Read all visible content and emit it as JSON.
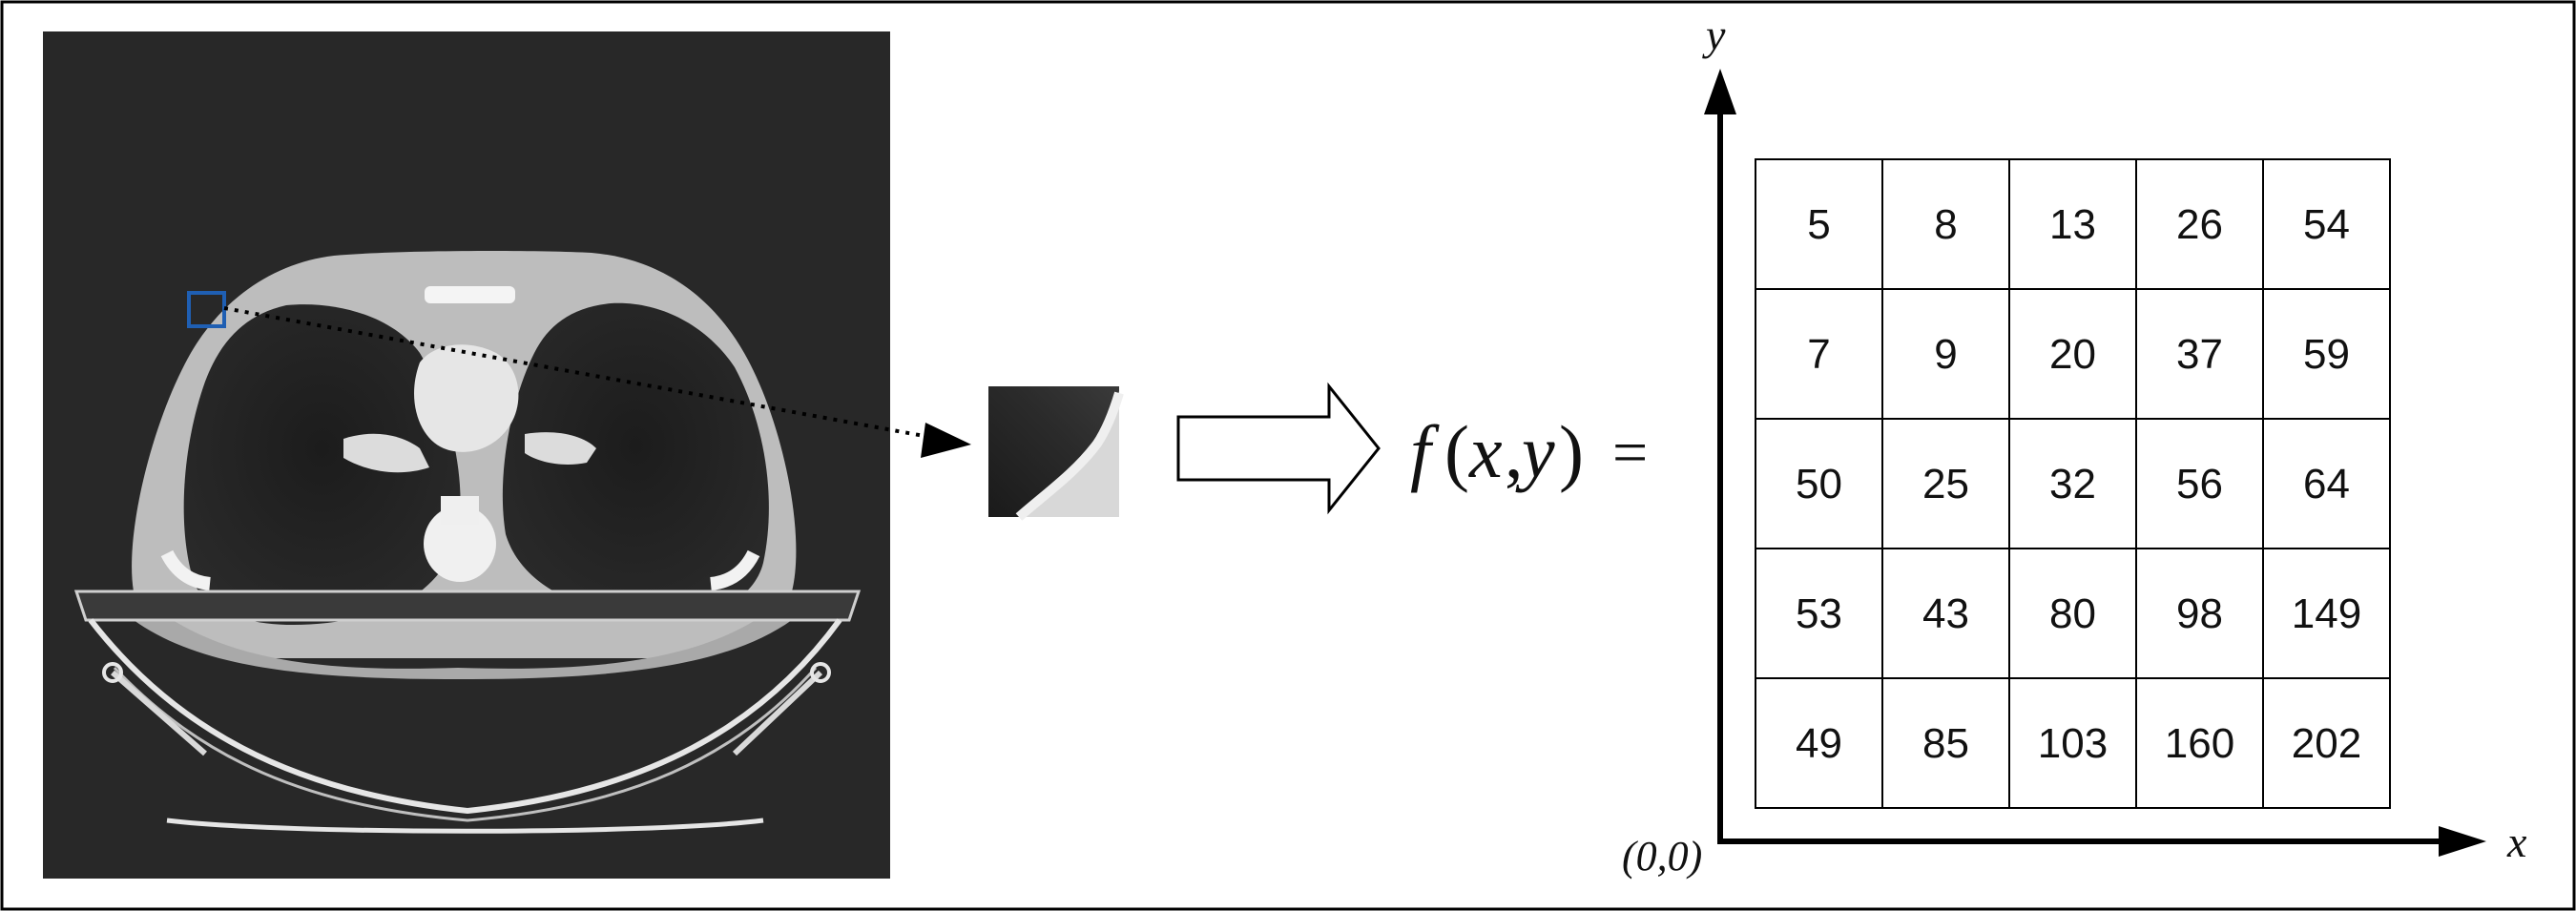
{
  "equation": {
    "func": "f",
    "open_paren": "(",
    "x": "x",
    "comma": ",",
    "y": "y",
    "close_paren": ")",
    "equals": "="
  },
  "axes": {
    "x_label": "x",
    "y_label": "y",
    "origin_label": "(0,0)"
  },
  "matrix": {
    "rows": [
      [
        "5",
        "8",
        "13",
        "26",
        "54"
      ],
      [
        "7",
        "9",
        "20",
        "37",
        "59"
      ],
      [
        "50",
        "25",
        "32",
        "56",
        "64"
      ],
      [
        "53",
        "43",
        "80",
        "98",
        "149"
      ],
      [
        "49",
        "85",
        "103",
        "160",
        "202"
      ]
    ]
  },
  "colors": {
    "ct_background": "#262626",
    "roi_box": "#1f5fb3",
    "ink": "#111111"
  }
}
